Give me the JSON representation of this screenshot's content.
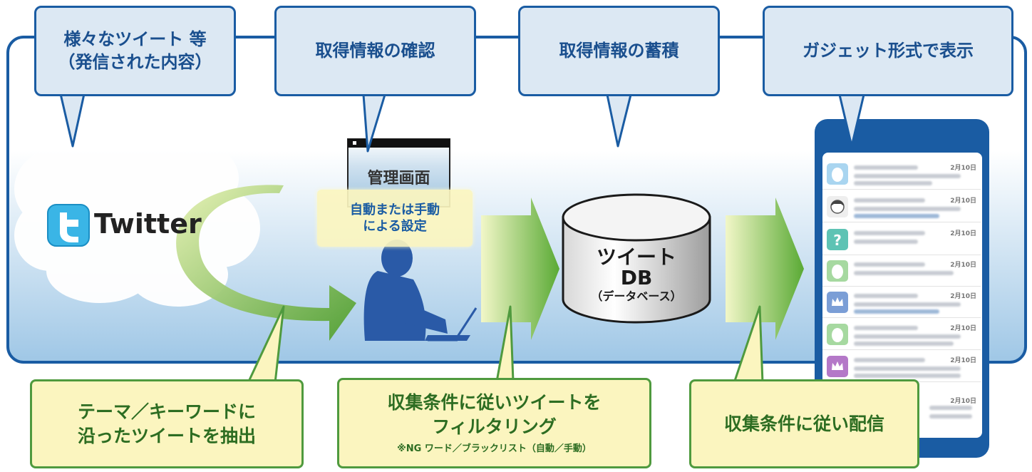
{
  "top_callouts": [
    {
      "line1": "様々なツイート 等",
      "line2": "（発信された内容）"
    },
    {
      "line1": "取得情報の確認"
    },
    {
      "line1": "取得情報の蓄積"
    },
    {
      "line1": "ガジェット形式で表示"
    }
  ],
  "twitter": {
    "label": "Twitter",
    "icon": "twitter-bird-icon"
  },
  "admin": {
    "title": "管理画面",
    "auto_line1": "自動または手動",
    "auto_line2": "による設定"
  },
  "database": {
    "line1": "ツイート",
    "line2": "DB",
    "line3": "（データベース）"
  },
  "bottom_callouts": [
    {
      "line1": "テーマ／キーワードに",
      "line2": "沿ったツイートを抽出"
    },
    {
      "line1": "収集条件に従いツイートを",
      "line2": "フィルタリング",
      "note": "※NG ワード／ブラックリスト（自動／手動）"
    },
    {
      "line1": "収集条件に従い配信"
    }
  ],
  "feed": {
    "dates": [
      "2月10日",
      "2月10日",
      "2月10日",
      "2月10日",
      "2月10日",
      "2月10日",
      "2月10日",
      "2月10日"
    ],
    "avatars": [
      "egg-avatar-icon",
      "girl-avatar-icon",
      "question-avatar-icon",
      "egg-avatar-icon",
      "crown-avatar-icon",
      "egg-avatar-icon",
      "crown-avatar-icon",
      "none"
    ]
  },
  "colors": {
    "blue": "#1a5ca3",
    "green": "#5aaa35",
    "callout_blue_bg": "#dce8f3",
    "callout_yellow_bg": "#fbf5bf"
  }
}
